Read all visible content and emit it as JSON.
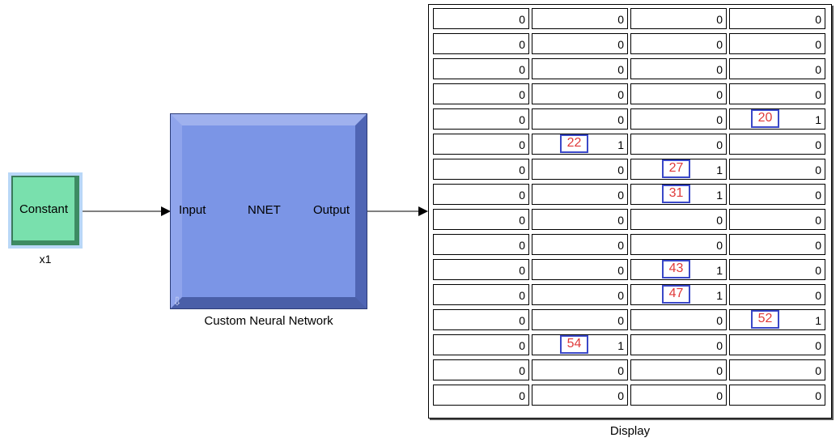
{
  "blocks": {
    "constant": {
      "label": "Constant",
      "name": "x1",
      "color": "#79e0ad"
    },
    "nnet": {
      "input_label": "Input",
      "title": "NNET",
      "output_label": "Output",
      "name": "Custom Neural Network",
      "color": "#7b95e6"
    },
    "display": {
      "name": "Display"
    }
  },
  "display_values": [
    [
      "0",
      "0",
      "0",
      "0"
    ],
    [
      "0",
      "0",
      "0",
      "0"
    ],
    [
      "0",
      "0",
      "0",
      "0"
    ],
    [
      "0",
      "0",
      "0",
      "0"
    ],
    [
      "0",
      "0",
      "0",
      "1"
    ],
    [
      "0",
      "1",
      "0",
      "0"
    ],
    [
      "0",
      "0",
      "1",
      "0"
    ],
    [
      "0",
      "0",
      "1",
      "0"
    ],
    [
      "0",
      "0",
      "0",
      "0"
    ],
    [
      "0",
      "0",
      "0",
      "0"
    ],
    [
      "0",
      "0",
      "1",
      "0"
    ],
    [
      "0",
      "0",
      "1",
      "0"
    ],
    [
      "0",
      "0",
      "0",
      "1"
    ],
    [
      "0",
      "1",
      "0",
      "0"
    ],
    [
      "0",
      "0",
      "0",
      "0"
    ],
    [
      "0",
      "0",
      "0",
      "0"
    ]
  ],
  "annotations": [
    {
      "text": "20",
      "row": 4,
      "col": 3
    },
    {
      "text": "22",
      "row": 5,
      "col": 1
    },
    {
      "text": "27",
      "row": 6,
      "col": 2
    },
    {
      "text": "31",
      "row": 7,
      "col": 2
    },
    {
      "text": "43",
      "row": 10,
      "col": 2
    },
    {
      "text": "47",
      "row": 11,
      "col": 2
    },
    {
      "text": "52",
      "row": 12,
      "col": 3
    },
    {
      "text": "54",
      "row": 13,
      "col": 1
    }
  ],
  "colors": {
    "annotation_text": "#e03a3a",
    "annotation_border": "#3a48c8"
  }
}
